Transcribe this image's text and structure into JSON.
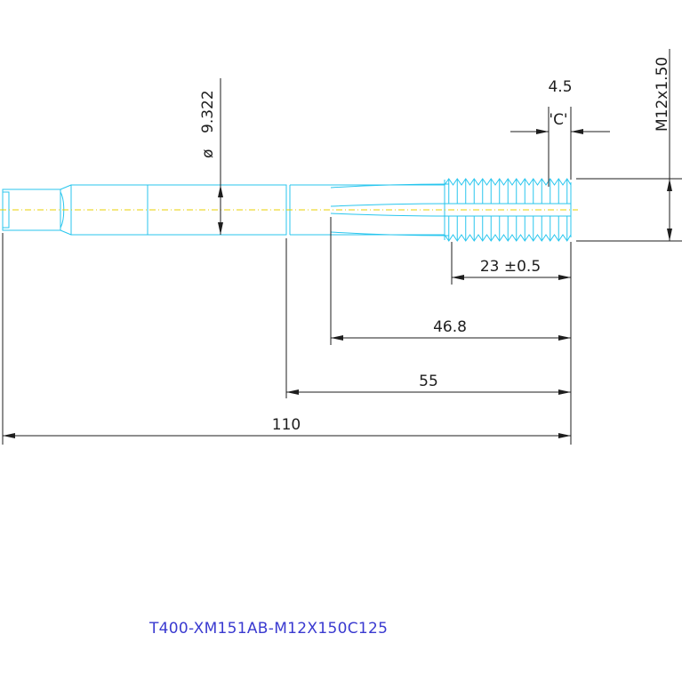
{
  "dimensions": {
    "shank_diameter": "9.322",
    "diameter_symbol": "ø",
    "chamfer_length": "4.5",
    "chamfer_label": "'C'",
    "thread_size": "M12x1.50",
    "thread_length": "23 ±0.5",
    "flute_length": "46.8",
    "neck_length": "55",
    "overall_length": "110"
  },
  "part_number": "T400-XM151AB-M12X150C125",
  "colors": {
    "geometry": "#29c6ee",
    "dimension": "#1e1e1e",
    "centerline": "#e8d000",
    "part_number": "#3a3ad0"
  }
}
